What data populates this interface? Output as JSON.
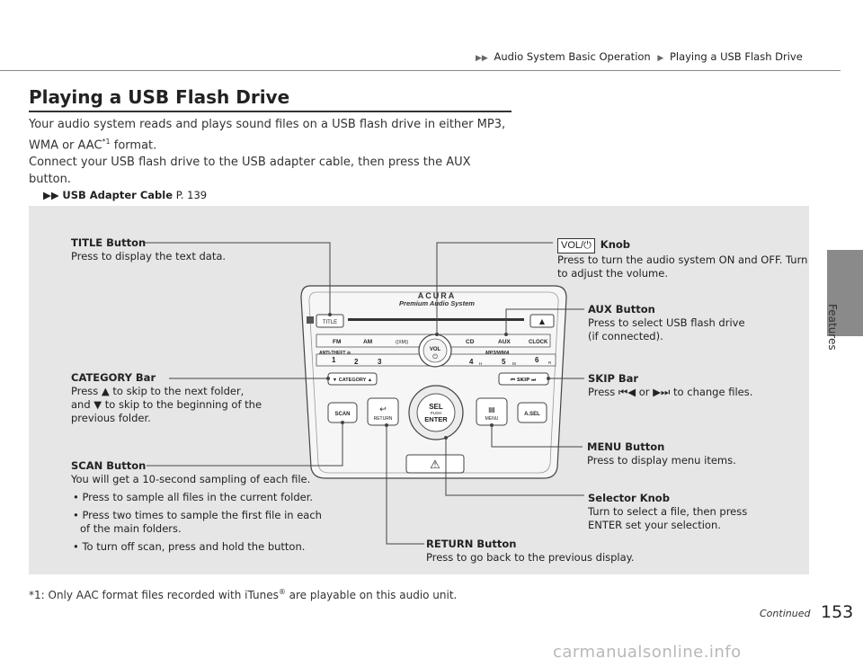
{
  "header": {
    "breadcrumb_1": "Audio System Basic Operation",
    "breadcrumb_2": "Playing a USB Flash Drive",
    "side_tab": "Features"
  },
  "title": "Playing a USB Flash Drive",
  "intro": {
    "para1": "Your audio system reads and plays sound files on a USB flash drive in either MP3, WMA or AAC",
    "para1_sup": "*1",
    "para1_end": " format.",
    "para2": "Connect your USB flash drive to the USB adapter cable, then press the AUX button."
  },
  "xref": {
    "link": "USB Adapter Cable",
    "page": "P. 139"
  },
  "callouts": {
    "title_button": {
      "head": "TITLE Button",
      "text": "Press to display the text data."
    },
    "knob": {
      "badge": "VOL/⏻",
      "head": "Knob",
      "text": "Press to turn the audio system ON and OFF. Turn to adjust the volume."
    },
    "aux_button": {
      "head": "AUX Button",
      "text1": "Press to select USB flash drive",
      "text2": "(if connected)."
    },
    "category_bar": {
      "head": "CATEGORY Bar",
      "text1": "Press ▲ to skip to the next folder,",
      "text2": "and ▼ to skip to the beginning of the",
      "text3": "previous folder."
    },
    "skip_bar": {
      "head": "SKIP Bar",
      "text": "Press ⏮◀ or ▶⏭ to change files."
    },
    "menu_button": {
      "head": "MENU Button",
      "text": "Press to display menu items."
    },
    "scan_button": {
      "head": "SCAN Button",
      "text": "You will get a 10-second sampling of each file.",
      "bullet1": "• Press to sample all files in the current folder.",
      "bullet2": "• Press two times to sample the first file in each of the main folders.",
      "bullet3": "• To turn off scan, press and hold the button."
    },
    "selector_knob": {
      "head": "Selector Knob",
      "text1": "Turn to select a file, then press",
      "text2": "ENTER set your selection."
    },
    "return_button": {
      "head": "RETURN Button",
      "text": "Press to go back to the previous display."
    }
  },
  "device": {
    "brand": "ACURA",
    "subtitle": "Premium Audio System",
    "title_btn": "TITLE",
    "eject": "▲",
    "fm": "FM",
    "am": "AM",
    "xm": "((XM))",
    "cd": "CD",
    "aux": "AUX",
    "clock": "CLOCK",
    "antitheft": "ANTI-THEFT ◎",
    "mp3wma": "MP3/WMA",
    "p1": "1",
    "p2": "2",
    "p3": "3",
    "p4": "4",
    "p5": "5",
    "p6": "6",
    "h": "H",
    "m": "M",
    "r": "R",
    "category": "▼ CATEGORY ▲",
    "skip": "⏮  SKIP  ⏭",
    "scan": "SCAN",
    "return": "RETURN",
    "sel1": "SEL",
    "sel2": "PUSH",
    "sel3": "ENTER",
    "menu": "MENU",
    "asel": "A.SEL",
    "vol": "VOL",
    "power": "⏻",
    "hazard": "⚠"
  },
  "footnote": {
    "text1": "*1: Only AAC format files recorded with iTunes",
    "sup": "®",
    "text2": " are playable on this audio unit."
  },
  "footer": {
    "continued": "Continued",
    "page": "153"
  },
  "watermark": "carmanualsonline.info"
}
